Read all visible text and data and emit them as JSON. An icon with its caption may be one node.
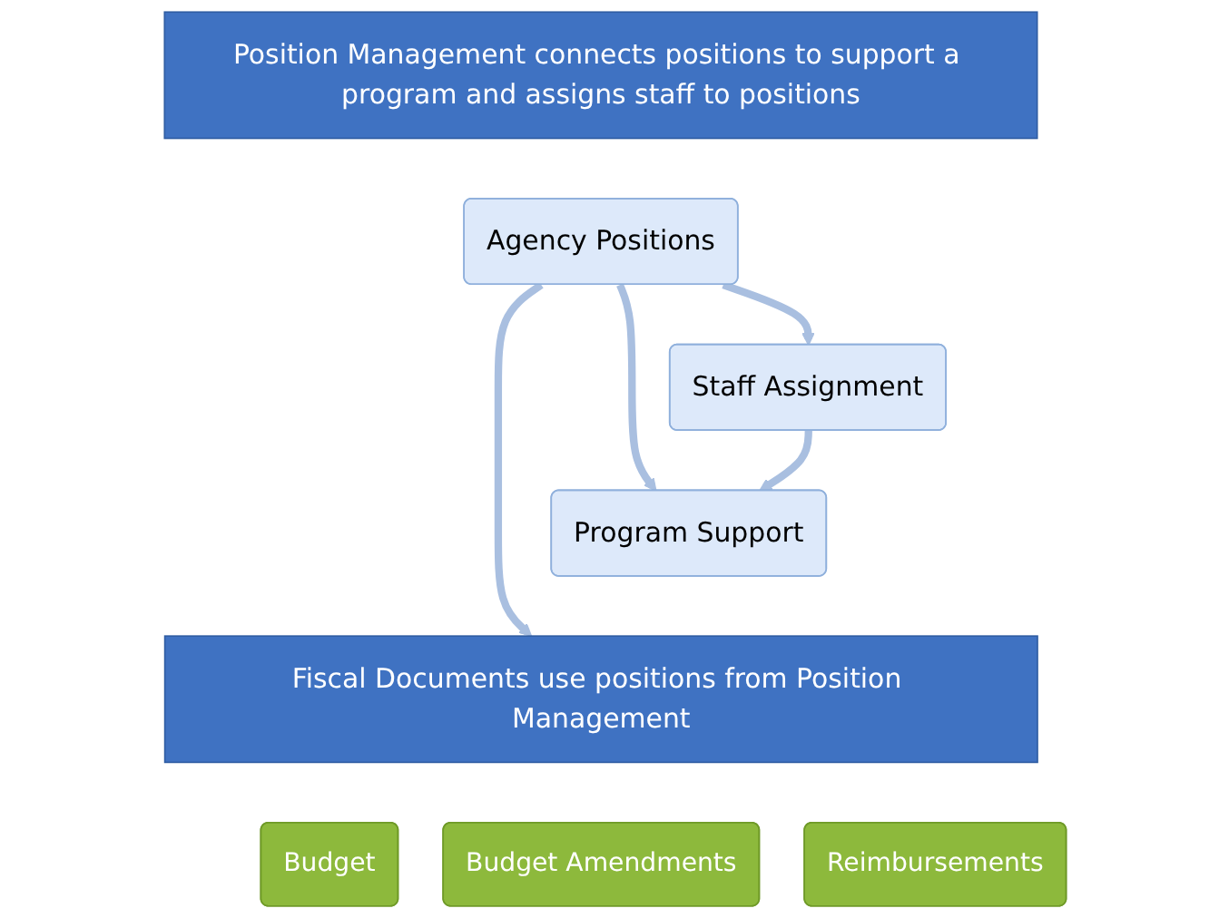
{
  "diagram": {
    "nodes": [
      {
        "text": [
          "Position Management connects positions to support a program and assigns staff to positions"
        ]
      },
      {
        "text": [
          "Agency Positions"
        ]
      },
      {
        "text": [
          "Program Support"
        ]
      },
      {
        "text": [
          "Staff Assignment"
        ]
      },
      {
        "text": [
          "Fiscal Documents use positions from Position Management"
        ]
      },
      {
        "text": [
          "Budget"
        ]
      },
      {
        "text": [
          "Budget Amendments"
        ]
      },
      {
        "text": [
          "Reimbursements"
        ]
      }
    ],
    "edges": [
      {
        "from": 1,
        "to": 2,
        "arrow": "to"
      },
      {
        "from": 1,
        "to": 3,
        "arrow": "to"
      },
      {
        "from": 3,
        "to": 2,
        "arrow": "to"
      },
      {
        "from": 1,
        "to": 4,
        "arrow": "to"
      }
    ]
  }
}
